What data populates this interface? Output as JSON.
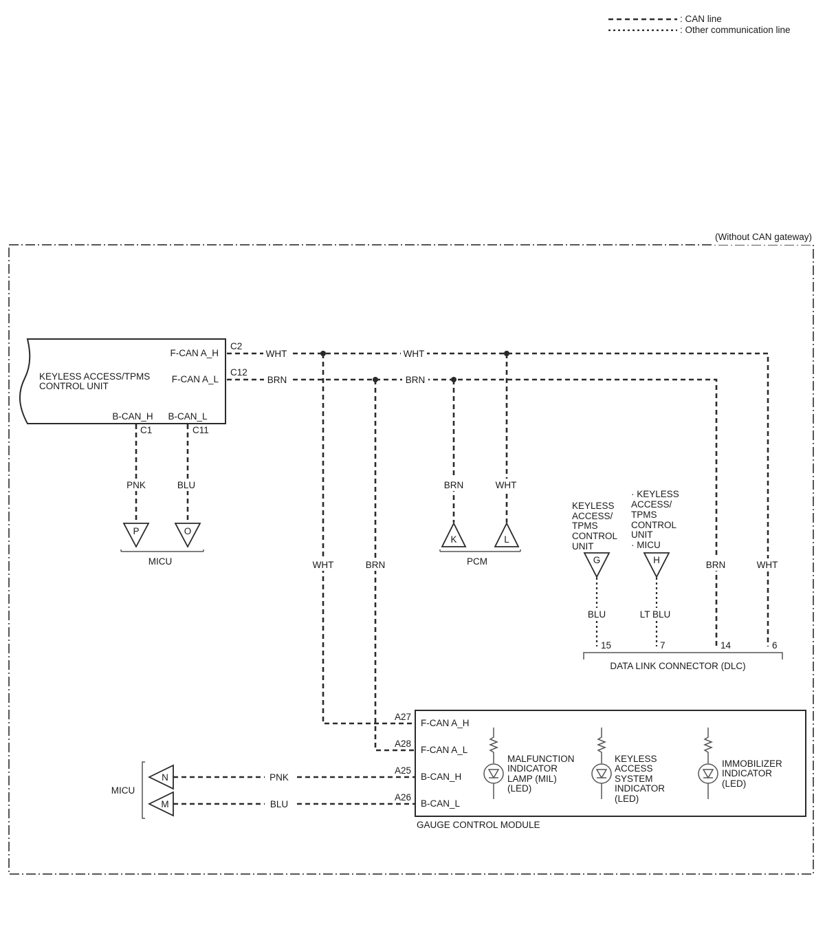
{
  "legend": {
    "can_line": ": CAN line",
    "other_line": ": Other communication line"
  },
  "frame_label": "(Without CAN gateway)",
  "keyless_unit": {
    "name_line1": "KEYLESS ACCESS/TPMS",
    "name_line2": "CONTROL UNIT",
    "fcan_h": "F-CAN A_H",
    "fcan_l": "F-CAN A_L",
    "bcan_h": "B-CAN_H",
    "bcan_l": "B-CAN_L",
    "pin_c2": "C2",
    "pin_c12": "C12",
    "pin_c1": "C1",
    "pin_c11": "C11"
  },
  "wires": {
    "wht": "WHT",
    "brn": "BRN",
    "pnk": "PNK",
    "blu": "BLU",
    "lt_blu": "LT BLU"
  },
  "connectors": {
    "p": "P",
    "o": "O",
    "k": "K",
    "l": "L",
    "g": "G",
    "h": "H",
    "n": "N",
    "m": "M"
  },
  "groups": {
    "micu_top": "MICU",
    "pcm": "PCM",
    "micu_left": "MICU"
  },
  "g_label": [
    "KEYLESS",
    "ACCESS/",
    "TPMS",
    "CONTROL",
    "UNIT"
  ],
  "h_label": [
    "· KEYLESS",
    "ACCESS/",
    "TPMS",
    "CONTROL",
    "UNIT",
    "· MICU"
  ],
  "dlc": {
    "name": "DATA LINK CONNECTOR (DLC)",
    "pin_15": "15",
    "pin_7": "7",
    "pin_14": "14",
    "pin_6": "6"
  },
  "gauge": {
    "name": "GAUGE CONTROL MODULE",
    "pin_a27": "A27",
    "pin_a28": "A28",
    "pin_a25": "A25",
    "pin_a26": "A26",
    "fcan_h": "F-CAN A_H",
    "fcan_l": "F-CAN A_L",
    "bcan_h": "B-CAN_H",
    "bcan_l": "B-CAN_L",
    "mil": [
      "MALFUNCTION",
      "INDICATOR",
      "LAMP (MIL)",
      "(LED)"
    ],
    "keyless_ind": [
      "KEYLESS",
      "ACCESS",
      "SYSTEM",
      "INDICATOR",
      "(LED)"
    ],
    "immobilizer": [
      "IMMOBILIZER",
      "INDICATOR",
      "(LED)"
    ]
  }
}
